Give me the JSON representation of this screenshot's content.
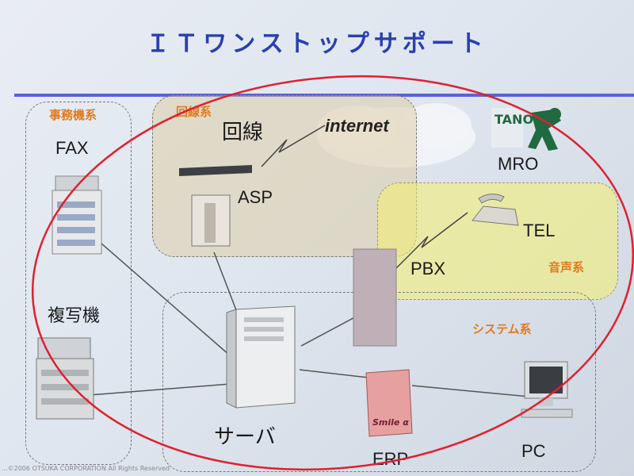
{
  "title": "ＩＴワンストップサポート",
  "groups": {
    "office": "事務機系",
    "line": "回線系",
    "voice": "音声系",
    "system": "システム系"
  },
  "labels": {
    "fax": "FAX",
    "copier": "複写機",
    "kaisen": "回線",
    "internet": "internet",
    "asp": "ASP",
    "mro": "MRO",
    "tel": "TEL",
    "pbx": "PBX",
    "server": "サーバ",
    "erp": "ERP",
    "pc": "PC",
    "logo_text": "TANO",
    "erp_box_text": "Smile α"
  },
  "footer": "...©2006 OTSUKA CORPORATION All Rights Reserved"
}
